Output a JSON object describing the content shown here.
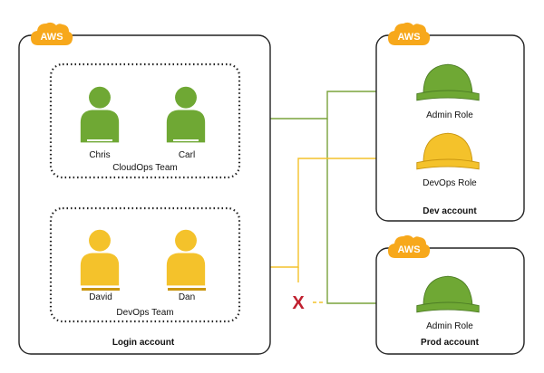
{
  "badges": {
    "aws": "AWS"
  },
  "login": {
    "title": "Login account",
    "cloudops": {
      "team": "CloudOps Team",
      "users": [
        "Chris",
        "Carl"
      ]
    },
    "devops": {
      "team": "DevOps Team",
      "users": [
        "David",
        "Dan"
      ]
    }
  },
  "dev": {
    "title": "Dev account",
    "admin_role": "Admin Role",
    "devops_role": "DevOps Role"
  },
  "prod": {
    "title": "Prod account",
    "admin_role": "Admin Role"
  },
  "deny_mark": "X",
  "colors": {
    "green": "#6fa834",
    "green_dark": "#4d7d25",
    "yellow": "#f4c22b",
    "yellow_dark": "#c9950f",
    "aws_orange": "#f7a81b",
    "deny": "#c0202f",
    "line_green": "#7aa33c",
    "line_yellow": "#f4c22b"
  },
  "icons": [
    "aws-cloud-icon",
    "user-icon",
    "hard-hat-icon",
    "deny-x-icon"
  ]
}
